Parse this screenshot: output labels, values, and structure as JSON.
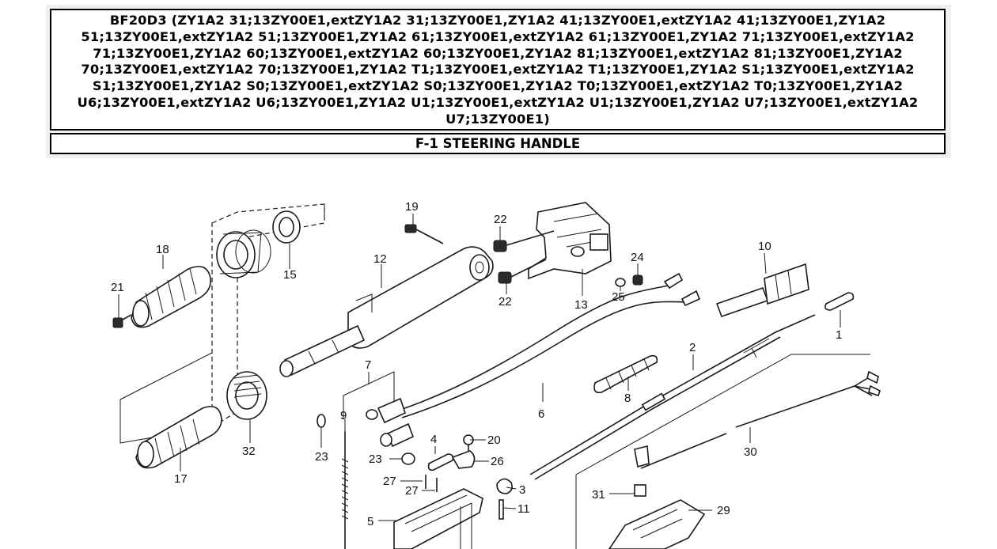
{
  "header": {
    "model_text": "BF20D3 (ZY1A2 31;13ZY00E1,extZY1A2 31;13ZY00E1,ZY1A2 41;13ZY00E1,extZY1A2 41;13ZY00E1,ZY1A2 51;13ZY00E1,extZY1A2 51;13ZY00E1,ZY1A2 61;13ZY00E1,extZY1A2 61;13ZY00E1,ZY1A2 71;13ZY00E1,extZY1A2 71;13ZY00E1,ZY1A2 60;13ZY00E1,extZY1A2 60;13ZY00E1,ZY1A2 81;13ZY00E1,extZY1A2 81;13ZY00E1,ZY1A2 70;13ZY00E1,extZY1A2 70;13ZY00E1,ZY1A2 T1;13ZY00E1,extZY1A2 T1;13ZY00E1,ZY1A2 S1;13ZY00E1,extZY1A2 S1;13ZY00E1,ZY1A2 S0;13ZY00E1,extZY1A2 S0;13ZY00E1,ZY1A2 T0;13ZY00E1,extZY1A2 T0;13ZY00E1,ZY1A2 U6;13ZY00E1,extZY1A2 U6;13ZY00E1,ZY1A2 U1;13ZY00E1,extZY1A2 U1;13ZY00E1,ZY1A2 U7;13ZY00E1,extZY1A2 U7;13ZY00E1)",
    "section_title": "F-1 STEERING HANDLE"
  },
  "diagram": {
    "callouts": {
      "c1": "1",
      "c2": "2",
      "c3": "3",
      "c4": "4",
      "c5": "5",
      "c6": "6",
      "c7": "7",
      "c8": "8",
      "c9": "9",
      "c10": "10",
      "c11": "11",
      "c12": "12",
      "c13": "13",
      "c15": "15",
      "c17": "17",
      "c18": "18",
      "c19": "19",
      "c20": "20",
      "c21": "21",
      "c22a": "22",
      "c22b": "22",
      "c23a": "23",
      "c23b": "23",
      "c24": "24",
      "c25": "25",
      "c26": "26",
      "c27a": "27",
      "c27b": "27",
      "c29": "29",
      "c30": "30",
      "c31": "31",
      "c32": "32"
    }
  }
}
